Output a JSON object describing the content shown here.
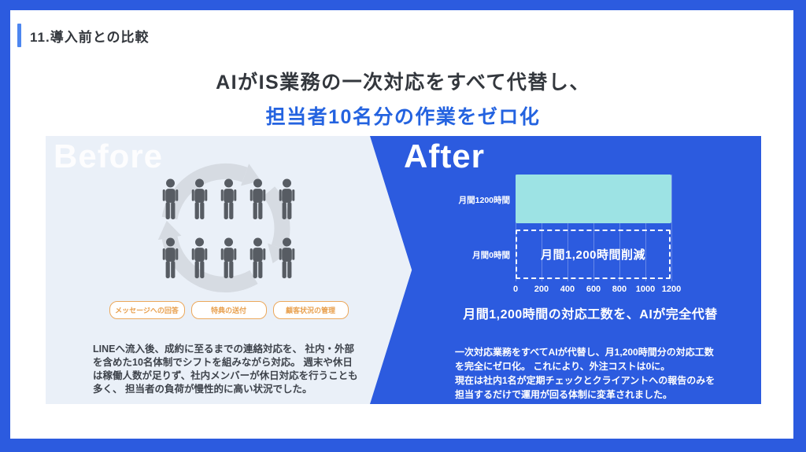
{
  "header": {
    "title": "11.導入前との比較",
    "accent_color": "#4D86F0"
  },
  "heading": {
    "line1": "AIがIS業務の一次対応をすべて代替し、",
    "line2": "担当者10名分の作業をゼロ化",
    "highlight_color": "#2463E0"
  },
  "before": {
    "title": "Before",
    "people_count": 10,
    "people_per_row": 5,
    "tags": [
      "メッセージへの回答",
      "特典の送付",
      "顧客状況の管理"
    ],
    "description": "LINEへ流入後、成約に至るまでの連絡対応を、 社内・外部を含めた10名体制でシフトを組みながら対応。 週末や休日は稼働人数が足りず、社内メンバーが休日対応を行うことも多く、 担当者の負荷が慢性的に高い状況でした。",
    "panel_color": "#EAF0F8",
    "pill_color": "#E8A04E"
  },
  "after": {
    "title": "After",
    "chart_title": "月間1,200時間の対応工数を、AIが完全代替",
    "description": "一次対応業務をすべてAIが代替し、月1,200時間分の対応工数を完全にゼロ化。 これにより、外注コストは0に。\n現在は社内1名が定期チェックとクライアントへの報告のみを担当するだけで運用が回る体制に変革されました。",
    "panel_color": "#2C5BDF"
  },
  "chart_data": {
    "type": "bar",
    "orientation": "horizontal",
    "categories": [
      "月間1200時間",
      "月間0時間"
    ],
    "values": [
      1200,
      0
    ],
    "annotation": "月間1,200時間削減",
    "xlim": [
      0,
      1200
    ],
    "xticks": [
      0,
      200,
      400,
      600,
      800,
      1000,
      1200
    ],
    "bar_color": "#9DE3E4",
    "grid": true,
    "legend": "none",
    "title": "月間1,200時間の対応工数を、AIが完全代替"
  }
}
